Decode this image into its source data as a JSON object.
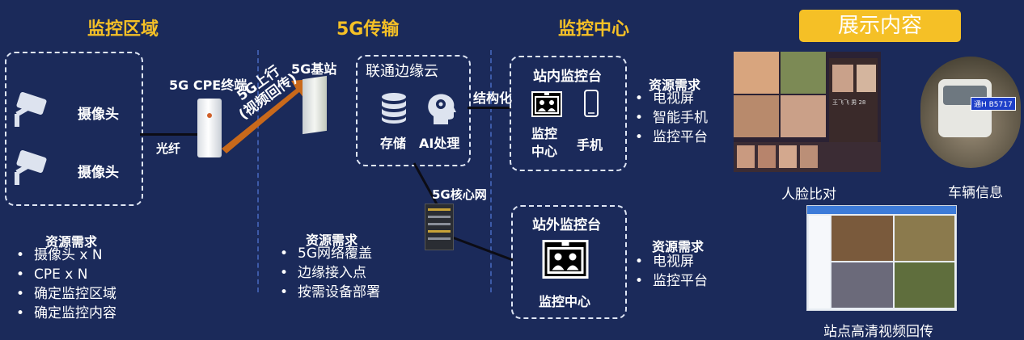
{
  "sections": {
    "monitor_area": "监控区域",
    "transport": "5G传输",
    "center": "监控中心",
    "display": "展示内容"
  },
  "area": {
    "cameras": [
      "摄像头",
      "摄像头"
    ],
    "cpe_label": "5G CPE终端",
    "fiber_label": "光纤",
    "resources_title": "资源需求",
    "resources": [
      "摄像头 x N",
      "CPE x N",
      "确定监控区域",
      "确定监控内容"
    ]
  },
  "transport": {
    "uplink_line1": "5G上行",
    "uplink_line2": "(视频回传)",
    "base_station_label": "5G基站",
    "edge_cloud_title": "联通边缘云",
    "storage_label": "存储",
    "ai_label": "AI处理",
    "structured_label": "结构化",
    "core_label": "5G核心网",
    "resources_title": "资源需求",
    "resources": [
      "5G网络覆盖",
      "边缘接入点",
      "按需设备部署"
    ]
  },
  "center": {
    "inner_title": "站内监控台",
    "inner_center_label_1": "监控",
    "inner_center_label_2": "中心",
    "inner_phone_label": "手机",
    "inner_resources_title": "资源需求",
    "inner_resources": [
      "电视屏",
      "智能手机",
      "监控平台"
    ],
    "outer_title": "站外监控台",
    "outer_center_label": "监控中心",
    "outer_resources_title": "资源需求",
    "outer_resources": [
      "电视屏",
      "监控平台"
    ]
  },
  "display": {
    "face_caption": "人脸比对",
    "vehicle_caption": "车辆信息",
    "plate_text": "通H B5717",
    "video_caption": "站点高清视频回传",
    "face_app_text": "王飞飞  男  28"
  },
  "colors": {
    "background": "#1b2a5a",
    "title": "#f5c026",
    "badge": "#f5c026",
    "uplink_arrow": "#c9691b"
  }
}
